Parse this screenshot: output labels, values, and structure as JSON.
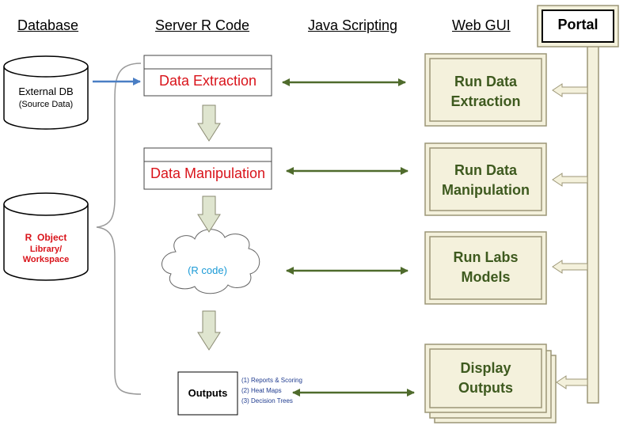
{
  "headers": {
    "database": "Database",
    "server_r_code": "Server R Code",
    "java_scripting": "Java Scripting",
    "web_gui": "Web GUI",
    "portal": "Portal"
  },
  "databases": {
    "external_db": {
      "line1": "External DB",
      "line2": "(Source Data)"
    },
    "r_object": {
      "line1": "R  Object",
      "line2": "Library/",
      "line3": "Workspace"
    }
  },
  "server": {
    "data_extraction": "Data Extraction",
    "data_manipulation": "Data Manipulation",
    "r_code": "(R code)",
    "outputs": "Outputs",
    "output_items": [
      "(1) Reports & Scoring",
      "(2) Heat Maps",
      "(3) Decision Trees"
    ]
  },
  "web_gui": {
    "run_data_extraction": {
      "line1": "Run Data",
      "line2": "Extraction"
    },
    "run_data_manipulation": {
      "line1": "Run Data",
      "line2": "Manipulation"
    },
    "run_labs_models": {
      "line1": "Run Labs",
      "line2": "Models"
    },
    "display_outputs": {
      "line1": "Display",
      "line2": "Outputs"
    }
  },
  "colors": {
    "accent_red": "#d9141b",
    "green_arrow": "#4f6b2c",
    "blue_arrow": "#4a7ec4",
    "panel_fill": "#f4f1dc",
    "panel_border": "#9c9676",
    "r_code_blue": "#1a9ad6"
  }
}
